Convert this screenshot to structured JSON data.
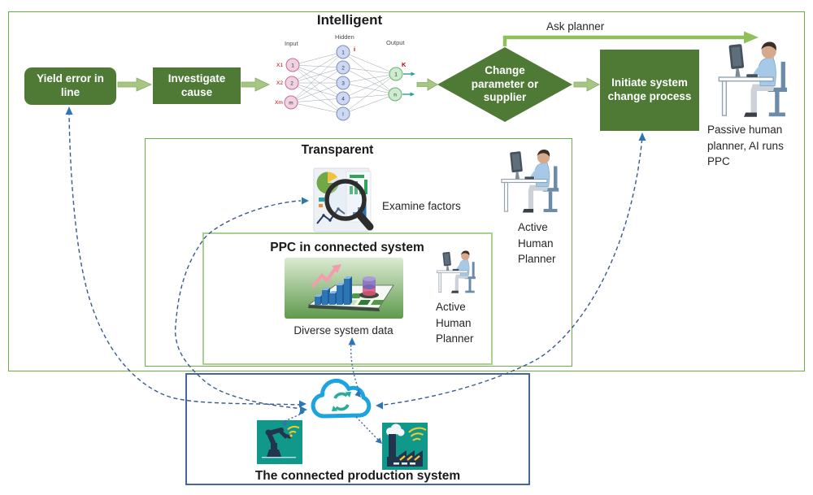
{
  "sections": {
    "intelligent_title": "Intelligent",
    "transparent_title": "Transparent",
    "ppc_title": "PPC in connected system",
    "production_title": "The connected production system"
  },
  "nodes": {
    "yield_error": "Yield error in line",
    "investigate": "Investigate cause",
    "decision": "Change parameter or supplier",
    "initiate": "Initiate system change process"
  },
  "labels": {
    "ask_planner": "Ask planner",
    "examine_factors": "Examine factors",
    "active_planner_right": "Active Human Planner",
    "active_planner_inner": "Active Human Planner",
    "diverse_data": "Diverse system data",
    "passive_planner": "Passive human planner, AI runs PPC"
  },
  "nn": {
    "input_title": "Input",
    "hidden_title": "Hidden",
    "output_title": "Output",
    "input_side": [
      "X1",
      "X2",
      "Xm"
    ],
    "input_nodes": [
      "1",
      "2",
      "m"
    ],
    "hidden_nodes": [
      "1",
      "2",
      "3",
      "4",
      "l"
    ],
    "output_nodes": [
      "1",
      "n"
    ],
    "hidden_index": "i",
    "output_index": "K"
  },
  "colors": {
    "box_green": "#4E7A35",
    "frame_green": "#70AD47",
    "frame_light_green": "#A9D18E",
    "frame_blue": "#44689D",
    "block_arrow_green": "#A6C783",
    "ask_arrow_green": "#90BF5B",
    "dashed_blue": "#3A5A8C",
    "arrowhead_blue": "#2E75B6",
    "cloud_blue": "#1BA4E0",
    "sync_teal": "#27AC9C",
    "icon_teal_bg": "#10998A",
    "icon_navy": "#22354F",
    "wifi_yellow": "#F5C731"
  }
}
